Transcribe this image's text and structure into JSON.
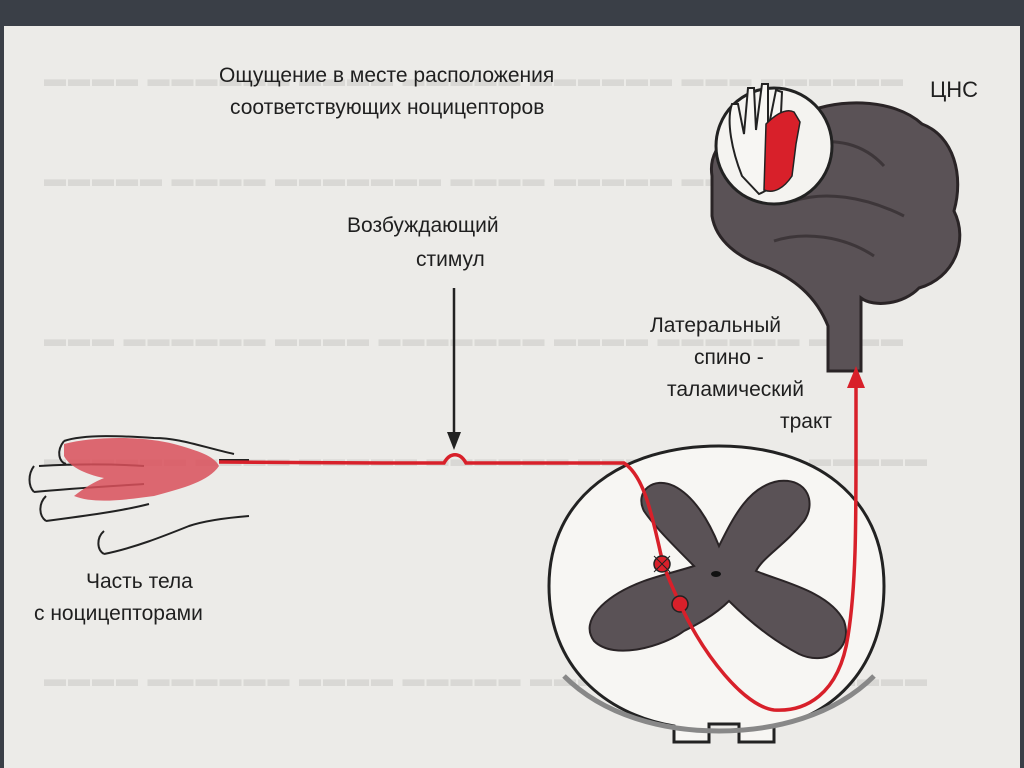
{
  "diagram": {
    "labels": {
      "sensation_line1": "Ощущение в месте расположения",
      "sensation_line2": "соответствующих  ноцицепторов",
      "cns": "ЦНС",
      "stimulus_line1": "Возбуждающий",
      "stimulus_line2": "стимул",
      "tract_line1": "Латеральный",
      "tract_line2": "спино -",
      "tract_line3": "таламический",
      "tract_line4": "тракт",
      "body_part_line1": "Часть тела",
      "body_part_line2": "с ноцицепторами"
    },
    "colors": {
      "background": "#3a3f47",
      "page": "#ecebe8",
      "nerve_red": "#d8202a",
      "tissue_red": "#d9505a",
      "gray_matter": "#5a5256",
      "ink": "#1f1f1f"
    },
    "icons": [
      "hand-icon",
      "brain-icon",
      "spinal-cord-icon",
      "arrow-down-icon",
      "arrow-up-icon"
    ]
  }
}
